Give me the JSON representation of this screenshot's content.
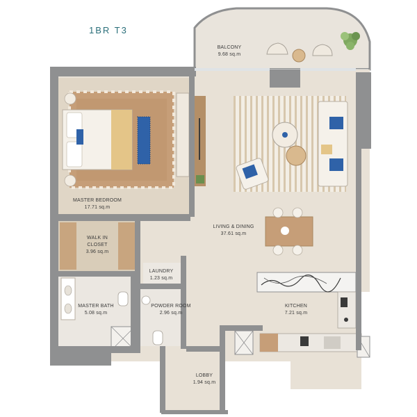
{
  "unit": {
    "title": "1BR T3"
  },
  "rooms": {
    "balcony": {
      "name": "BALCONY",
      "area": "9.68 sq.m"
    },
    "master_bedroom": {
      "name": "MASTER BEDROOM",
      "area": "17.71 sq.m"
    },
    "walk_in_closet": {
      "name_line1": "WALK IN",
      "name_line2": "CLOSET",
      "area": "3.96 sq.m"
    },
    "living_dining": {
      "name": "LIVING & DINING",
      "area": "37.61 sq.m"
    },
    "laundry": {
      "name": "LAUNDRY",
      "area": "1.23 sq.m"
    },
    "master_bath": {
      "name": "MASTER BATH",
      "area": "5.08 sq.m"
    },
    "powder_room": {
      "name": "POWDER ROOM",
      "area": "2.96 sq.m"
    },
    "kitchen": {
      "name": "KITCHEN",
      "area": "7.21 sq.m"
    },
    "lobby": {
      "name": "LOBBY",
      "area": "1.94 sq.m"
    }
  },
  "colors": {
    "wall": "#8f9091",
    "floor": "#e8e1d6",
    "wood": "#c9ab87",
    "title": "#2b6f7a",
    "accent_blue": "#2f62a8"
  }
}
